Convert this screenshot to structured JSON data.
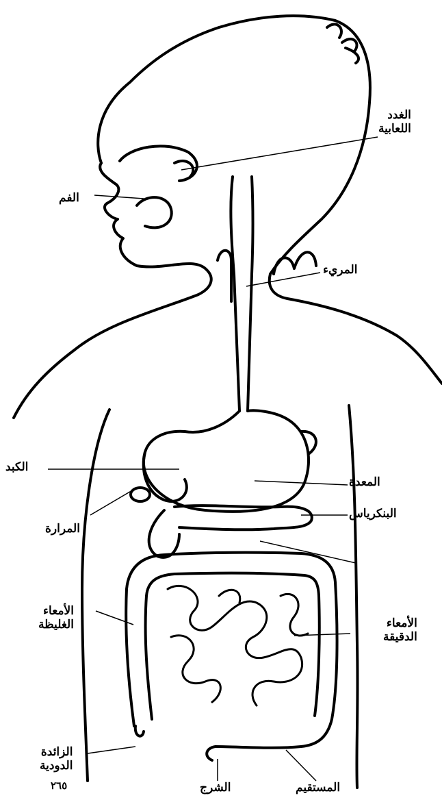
{
  "figure": {
    "title": "",
    "labels": {
      "salivary_glands": [
        "الغدد",
        "اللعابية"
      ],
      "mouth": "الفم",
      "esophagus": "المريء",
      "liver": "الكبد",
      "stomach": "المعدة",
      "gallbladder": "المرارة",
      "pancreas": "البنكرياس",
      "large_intestine": [
        "الأمعاء",
        "الغليظة"
      ],
      "small_intestine": [
        "الأمعاء",
        "الدقيقة"
      ],
      "appendix": [
        "الزائدة",
        "الدودية"
      ],
      "anus": "الشرج",
      "rectum": "المستقيم"
    },
    "page_number": "٢٦٥"
  },
  "colors": {
    "ink": "#000000",
    "paper": "#ffffff"
  }
}
